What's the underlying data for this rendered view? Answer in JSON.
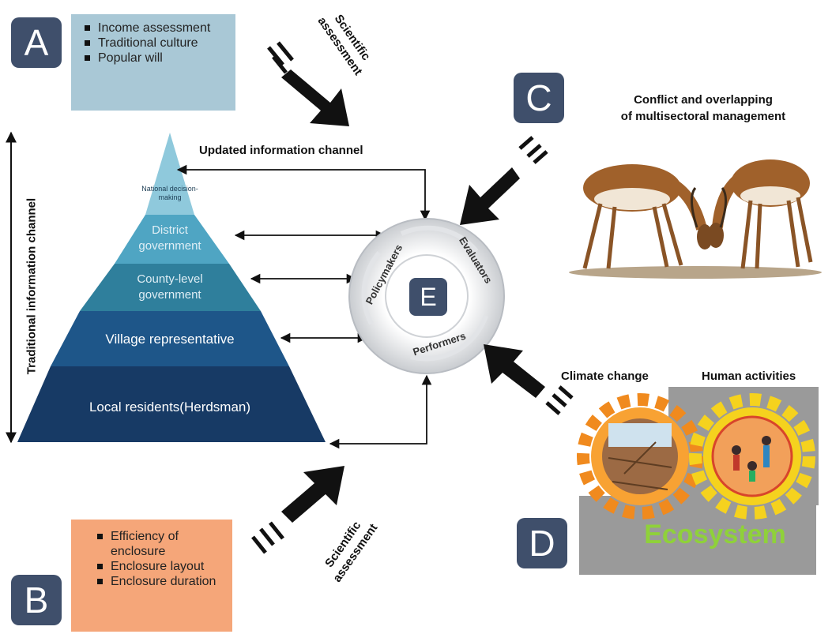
{
  "panels": {
    "a": {
      "letter": "A",
      "items": [
        "Income assessment",
        "Traditional culture",
        "Popular will"
      ]
    },
    "b": {
      "letter": "B",
      "items": [
        "Efficiency of enclosure",
        "Enclosure layout",
        "Enclosure duration"
      ]
    },
    "c": {
      "letter": "C",
      "title_line1": "Conflict and overlapping",
      "title_line2": "of multisectoral management"
    },
    "d": {
      "letter": "D",
      "label_left": "Climate change",
      "label_right": "Human activities",
      "ecosystem": "Ecosystem"
    },
    "e": {
      "letter": "E",
      "roles": [
        "Policymakers",
        "Evaluators",
        "Performers"
      ]
    }
  },
  "pyramid": {
    "levels": [
      "National decision-making",
      "District government",
      "County-level government",
      "Village representative",
      "Local residents(Herdsman)"
    ]
  },
  "labels": {
    "traditional_channel": "Traditional information channel",
    "updated_channel": "Updated information channel",
    "scientific_top_line1": "Scientific",
    "scientific_top_line2": "assessment",
    "scientific_bottom_line1": "Scientific",
    "scientific_bottom_line2": "assessment"
  },
  "colors": {
    "badge": "#3f4f6b",
    "box_a": "#a9c8d6",
    "box_b": "#f5a679",
    "ecosystem_text": "#8fd13a"
  }
}
